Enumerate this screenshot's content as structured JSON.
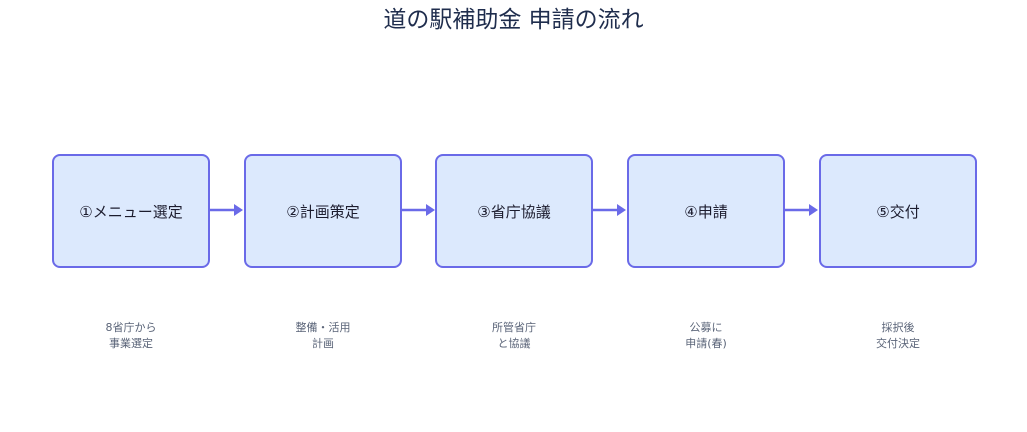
{
  "diagram": {
    "title": "道の駅補助金 申請の流れ",
    "steps": [
      {
        "label": "①メニュー選定",
        "desc": [
          "8省庁から",
          "事業選定"
        ]
      },
      {
        "label": "②計画策定",
        "desc": [
          "整備・活用",
          "計画"
        ]
      },
      {
        "label": "③省庁協議",
        "desc": [
          "所管省庁",
          "と協議"
        ]
      },
      {
        "label": "④申請",
        "desc": [
          "公募に",
          "申請(春)"
        ]
      },
      {
        "label": "⑤交付",
        "desc": [
          "採択後",
          "交付決定"
        ]
      }
    ],
    "colors": {
      "box_fill": "#dce9fd",
      "box_border": "#6a6ae8",
      "arrow": "#6a6ae8",
      "title": "#1f2d4d",
      "desc": "#5a6478"
    }
  }
}
